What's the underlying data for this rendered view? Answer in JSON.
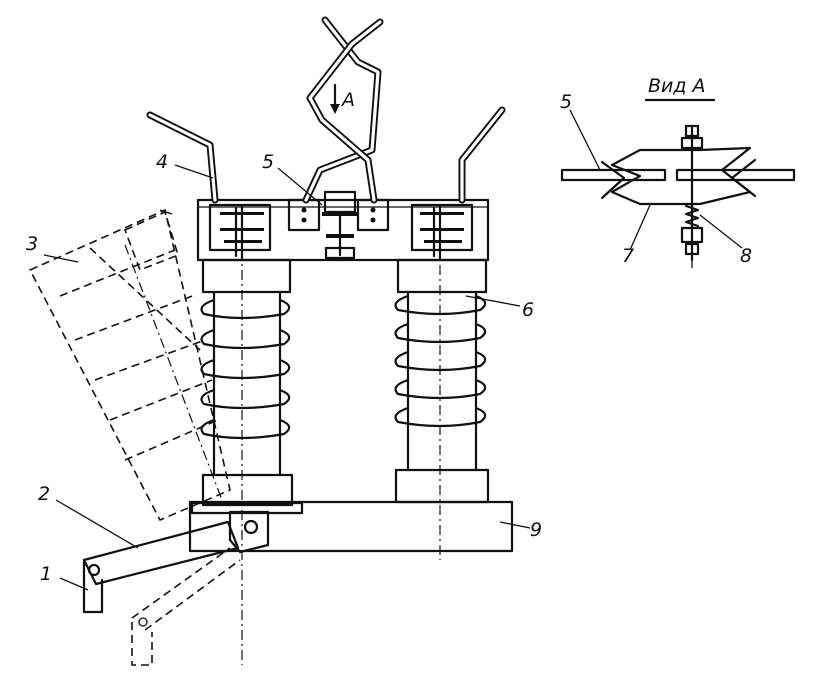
{
  "figure": {
    "labels": {
      "n1": "1",
      "n2": "2",
      "n3": "3",
      "n4": "4",
      "n5": "5",
      "n6": "6",
      "n9": "9",
      "arrow_a": "A"
    },
    "view_a": {
      "title": "Вид А",
      "n5": "5",
      "n7": "7",
      "n8": "8"
    }
  }
}
